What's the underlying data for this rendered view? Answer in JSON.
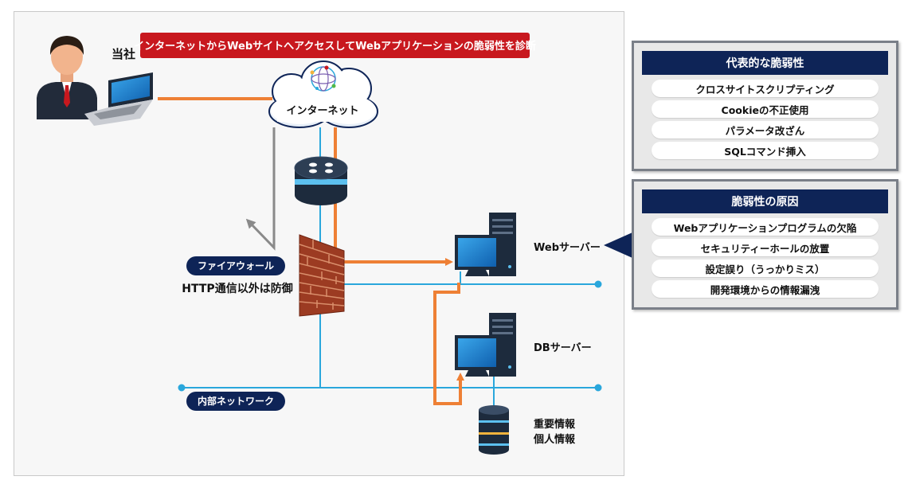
{
  "banner": "インターネットからWebサイトへアクセスしてWebアプリケーションの脆弱性を診断",
  "company_label": "当社",
  "internet_label": "インターネット",
  "firewall": {
    "badge": "ファイアウォール",
    "caption": "HTTP通信以外は防御"
  },
  "internal_network_badge": "内部ネットワーク",
  "web_server_label": "Webサーバー",
  "db_server_label": "DBサーバー",
  "data_labels": [
    "重要情報",
    "個人情報"
  ],
  "vulnerabilities": {
    "title": "代表的な脆弱性",
    "items": [
      "クロスサイトスクリプティング",
      "Cookieの不正使用",
      "パラメータ改ざん",
      "SQLコマンド挿入"
    ]
  },
  "causes": {
    "title": "脆弱性の原因",
    "items": [
      "Webアプリケーションプログラムの欠陥",
      "セキュリティーホールの放置",
      "設定誤り（うっかりミス）",
      "開発環境からの情報漏洩"
    ]
  },
  "colors": {
    "banner": "#c8181e",
    "navy": "#0e2457",
    "orange": "#ee8035",
    "network_line": "#2aa7dc",
    "gray_line": "#8a8a8a"
  }
}
